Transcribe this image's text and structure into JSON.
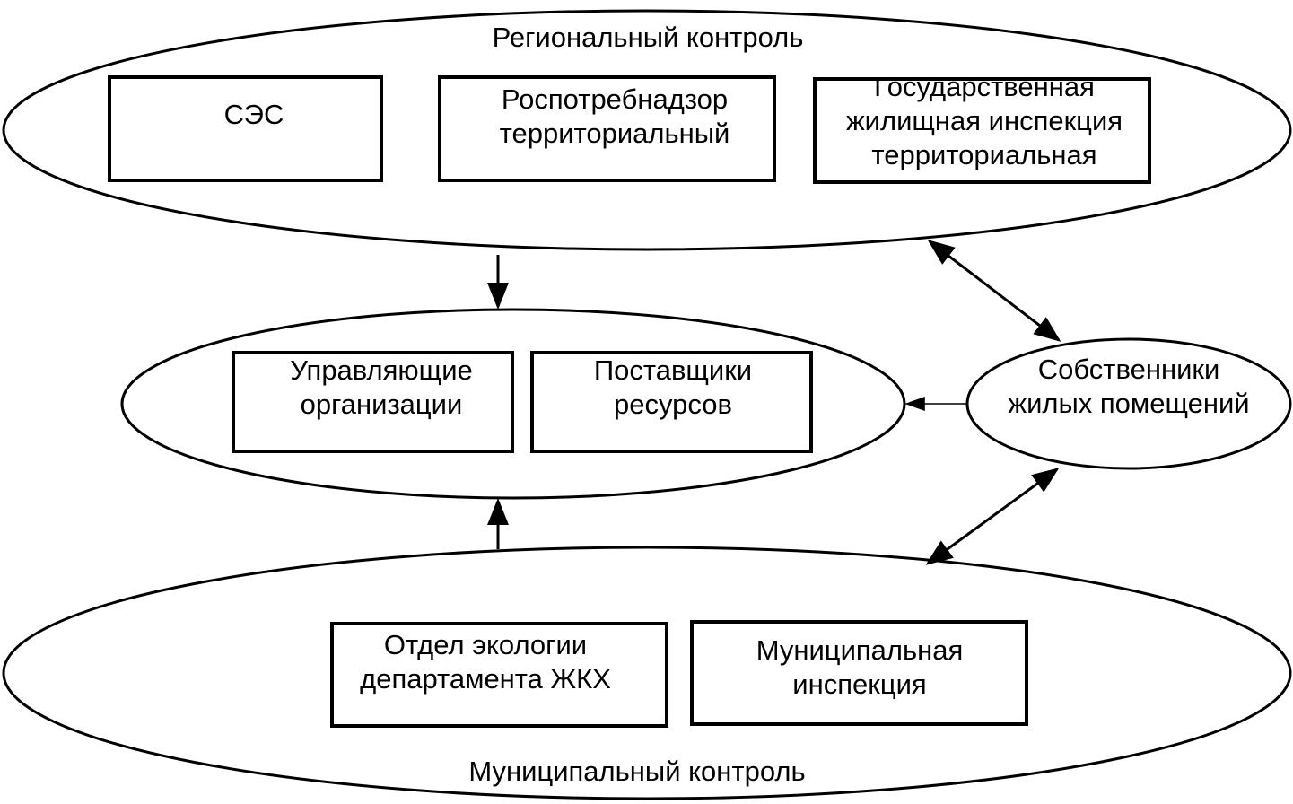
{
  "regional": {
    "title": "Региональный контроль",
    "boxes": {
      "ses": [
        "СЭС"
      ],
      "rospotrebnadzor": [
        "Роспотребнадзор",
        "территориальный"
      ],
      "gzhi": [
        "Государственная",
        "жилищная инспекция",
        "территориальная"
      ]
    }
  },
  "middle": {
    "boxes": {
      "managing": [
        "Управляющие",
        "организации"
      ],
      "suppliers": [
        "Поставщики",
        "ресурсов"
      ]
    }
  },
  "owners": [
    "Собственники",
    "жилых помещений"
  ],
  "municipal": {
    "title": "Муниципальный контроль",
    "boxes": {
      "ecology": [
        "Отдел экологии",
        "департамента ЖКХ"
      ],
      "inspection": [
        "Муниципальная",
        "инспекция"
      ]
    }
  },
  "colors": {
    "stroke": "#000000",
    "fill": "#ffffff"
  }
}
